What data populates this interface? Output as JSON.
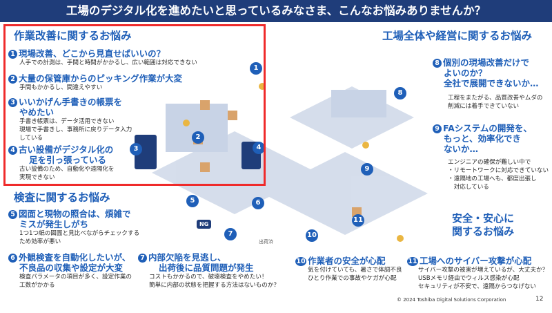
{
  "header": {
    "title": "工場のデジタル化を進めたいと思っているみなさま、こんなお悩みありませんか？"
  },
  "sections": {
    "work": {
      "title": "作業改善に関するお悩み",
      "items": [
        {
          "num": "1",
          "title": "現場改善、どこから見直せばいいの？",
          "desc": [
            "人手での計測は、手間と時間がかかるし、広い範囲は対応できない"
          ]
        },
        {
          "num": "2",
          "title": "大量の保管庫からのピッキング作業が大変",
          "desc": [
            "手間もかかるし、間違えやすい"
          ]
        },
        {
          "num": "3",
          "title_lines": [
            "いいかげん手書きの帳票を",
            "やめたい"
          ],
          "desc": [
            "手書き帳票は、データ活用できない",
            "現場で手書きし、事務所に戻りデータ入力",
            "している"
          ]
        },
        {
          "num": "4",
          "title_lines": [
            "古い設備がデジタル化の",
            "足を引っ張っている"
          ],
          "desc": [
            "古い設備のため、自動化や遠隔化を",
            "実現できない"
          ]
        }
      ]
    },
    "inspection": {
      "title": "検査に関するお悩み",
      "items": [
        {
          "num": "5",
          "title_lines": [
            "図面と現物の照合は、煩雑で",
            "ミスが発生しがち"
          ],
          "desc": [
            "1つ1つ紙の図面と見比べながらチェックする",
            "ため効率が悪い"
          ]
        },
        {
          "num": "6",
          "title_lines": [
            "外観検査を自動化したいが、",
            "不良品の収集や設定が大変"
          ],
          "desc": [
            "検査パラメータの項目が多く、設定作業の",
            "工数がかかる"
          ]
        },
        {
          "num": "7",
          "title_lines": [
            "内部欠陥を見逃し、",
            "出荷後に品質問題が発生"
          ],
          "desc": [
            "コストもかかるので、破壊検査をやめたい！",
            "簡単に内部の状態を把握する方法はないものか？"
          ]
        }
      ]
    },
    "management": {
      "title": "工場全体や経営に関するお悩み",
      "items": [
        {
          "num": "8",
          "title_lines": [
            "個別の現場改善だけで",
            "よいのか？",
            "全社で展開できないか…"
          ],
          "desc": [
            "工程をまたがる、品質改善やムダの",
            "削減には着手できていない"
          ]
        },
        {
          "num": "9",
          "title_lines": [
            "FAシステムの開発を、",
            "もっと、効率化でき",
            "ないか…"
          ],
          "desc": [
            "エンジニアの確保が難しい中で",
            "・リモートワークに対応できていない",
            "・遠隔地の工場へも、都度出張し",
            "　対応している"
          ]
        }
      ]
    },
    "safety": {
      "title_lines": [
        "安全・安心に",
        "関するお悩み"
      ],
      "items": [
        {
          "num": "10",
          "title": "作業者の安全が心配",
          "desc": [
            "気を付けていても、暑さで体調不良",
            "ひとり作業での事故やケガが心配"
          ]
        },
        {
          "num": "11",
          "title": "工場へのサイバー攻撃が心配",
          "desc": [
            "サイバー攻撃の被害が増えているが、大丈夫か？",
            "USBメモリ経由でウィルス感染が心配",
            "セキュリティが不安で、遠隔からつなげない"
          ]
        }
      ]
    }
  },
  "illustration": {
    "badges": [
      "1",
      "2",
      "3",
      "4",
      "5",
      "6",
      "7",
      "8",
      "9",
      "10",
      "11"
    ],
    "ng_label": "NG",
    "shipped_label": "出荷済"
  },
  "footer": {
    "copyright": "© 2024 Toshiba Digital Solutions Corporation",
    "page": "12"
  },
  "colors": {
    "banner": "#1f3d7a",
    "accent": "#1f5fb8",
    "highlight": "#ef2b2b"
  }
}
